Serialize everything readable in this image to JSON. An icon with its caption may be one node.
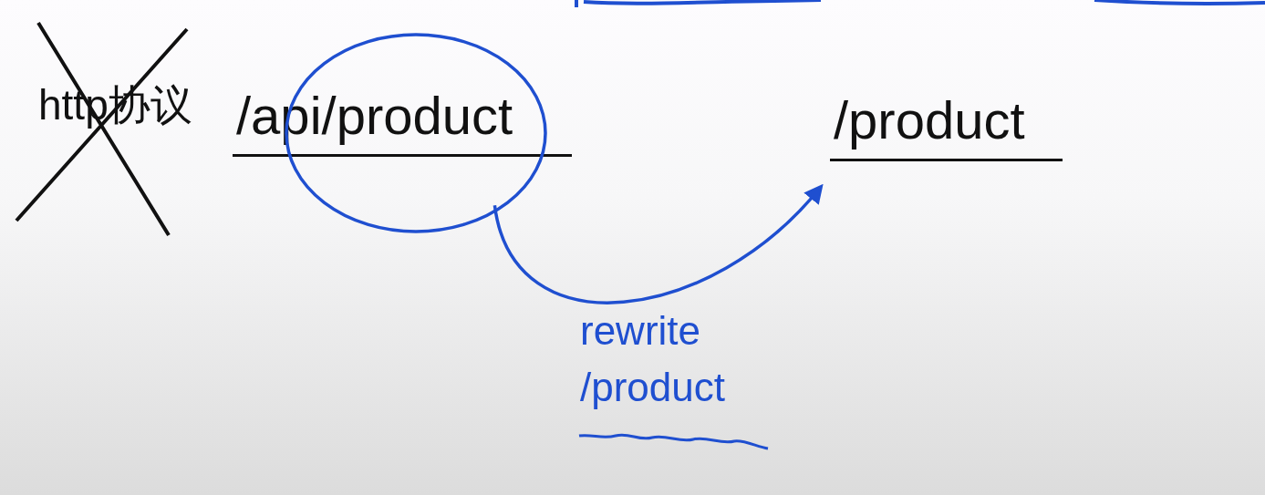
{
  "diagram": {
    "nodes": [
      {
        "text": [
          "/api/product"
        ]
      },
      {
        "text": [],
        "shape": "circle"
      },
      {
        "text": [
          "/product"
        ]
      }
    ],
    "edges": [
      {
        "from": 1,
        "to": 2,
        "arrow": "to",
        "label": "rewrite /product",
        "color": "#1f4fd0"
      }
    ],
    "labels": [
      "http协议"
    ]
  }
}
